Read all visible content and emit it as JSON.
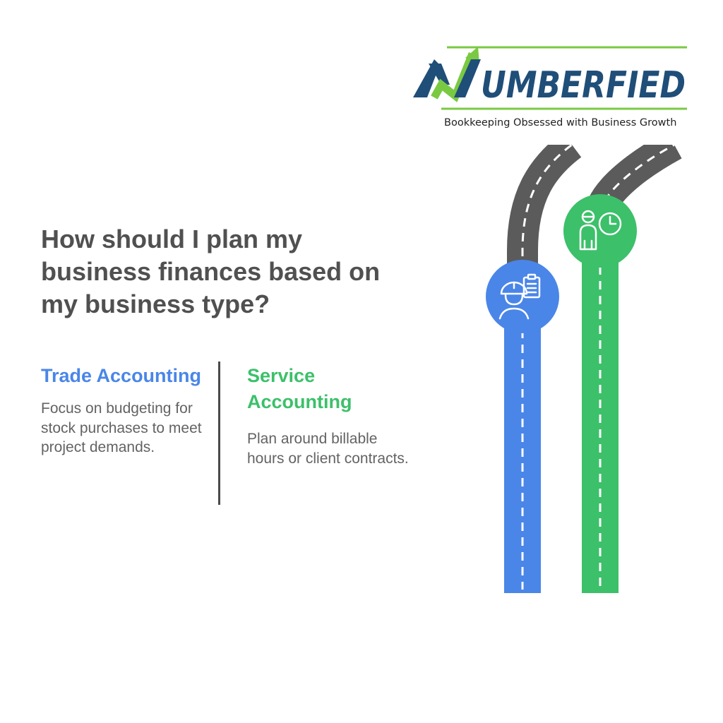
{
  "brand": {
    "logo_text": "NUMBERFIED",
    "tagline": "Bookkeeping Obsessed with Business Growth",
    "colors": {
      "navy": "#1f4e79",
      "green": "#7ac943"
    }
  },
  "question": "How should I plan my business finances based on my business type?",
  "options": [
    {
      "title": "Trade Accounting",
      "description": "Focus on budgeting for stock purchases to meet project demands.",
      "color": "#4a86e8",
      "icon": "worker-clipboard-icon"
    },
    {
      "title": "Service Accounting",
      "description": "Plan around billable hours or client contracts.",
      "color": "#3cc06a",
      "icon": "person-clock-icon"
    }
  ],
  "road_color": "#5b5b5b"
}
